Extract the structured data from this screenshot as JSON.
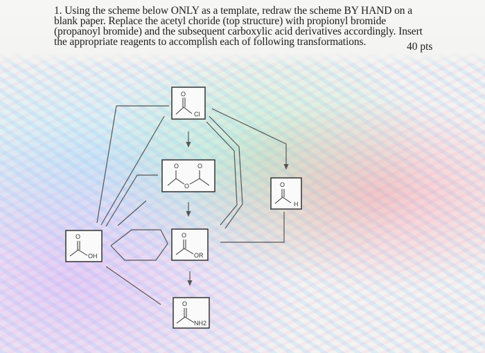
{
  "question": {
    "number": "1.",
    "text": "Using the scheme below ONLY as a template, redraw the scheme BY HAND on a blank paper. Replace the acetyl choride (top structure) with propionyl bromide (propanoyl bromide) and the subsequent carboxylic acid derivatives accordingly. Insert the appropriate reagents to accomplish each of following transformations.",
    "points": "40 pts"
  },
  "scheme": {
    "structures": [
      {
        "id": "acid-chloride",
        "substituent": "Cl",
        "carbonyl_atom": "O"
      },
      {
        "id": "anhydride",
        "substituent": "O",
        "carbonyl_atom": "O"
      },
      {
        "id": "aldehyde",
        "substituent": "H",
        "carbonyl_atom": "O"
      },
      {
        "id": "carboxylic-acid",
        "substituent": "OH",
        "carbonyl_atom": "O"
      },
      {
        "id": "ester",
        "substituent": "OR",
        "carbonyl_atom": "O"
      },
      {
        "id": "amide",
        "substituent": "NH2",
        "carbonyl_atom": "O"
      }
    ]
  }
}
